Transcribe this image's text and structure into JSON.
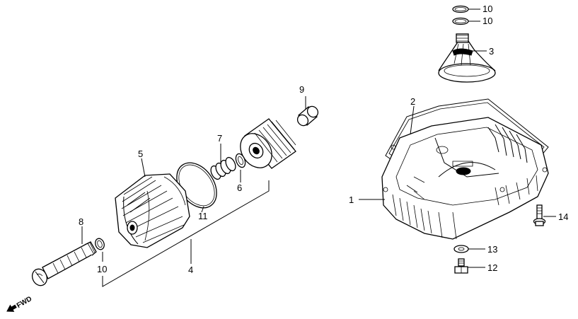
{
  "callouts": [
    {
      "id": "10a",
      "text": "10"
    },
    {
      "id": "10b",
      "text": "10"
    },
    {
      "id": "3",
      "text": "3"
    },
    {
      "id": "9",
      "text": "9"
    },
    {
      "id": "2",
      "text": "2"
    },
    {
      "id": "7",
      "text": "7"
    },
    {
      "id": "5",
      "text": "5"
    },
    {
      "id": "6",
      "text": "6"
    },
    {
      "id": "1",
      "text": "1"
    },
    {
      "id": "11",
      "text": "11"
    },
    {
      "id": "14",
      "text": "14"
    },
    {
      "id": "8",
      "text": "8"
    },
    {
      "id": "13",
      "text": "13"
    },
    {
      "id": "10c",
      "text": "10"
    },
    {
      "id": "4",
      "text": "4"
    },
    {
      "id": "12",
      "text": "12"
    }
  ],
  "direction_marker": {
    "label": "FWD",
    "icon": "forward-arrow-icon"
  }
}
